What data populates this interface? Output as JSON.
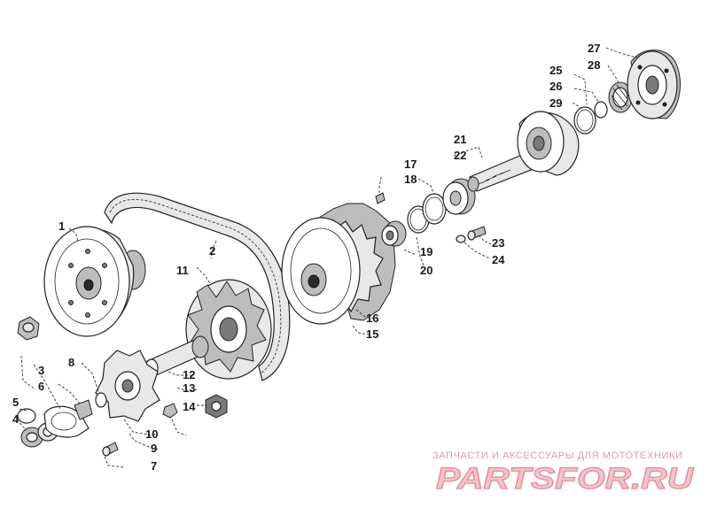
{
  "diagram": {
    "labels": [
      {
        "id": "1",
        "text": "1"
      },
      {
        "id": "2",
        "text": "2"
      },
      {
        "id": "3",
        "text": "3"
      },
      {
        "id": "4",
        "text": "4"
      },
      {
        "id": "5",
        "text": "5"
      },
      {
        "id": "6",
        "text": "6"
      },
      {
        "id": "7",
        "text": "7"
      },
      {
        "id": "8",
        "text": "8"
      },
      {
        "id": "9",
        "text": "9"
      },
      {
        "id": "10",
        "text": "10"
      },
      {
        "id": "11",
        "text": "11"
      },
      {
        "id": "12",
        "text": "12"
      },
      {
        "id": "13",
        "text": "13"
      },
      {
        "id": "14",
        "text": "14"
      },
      {
        "id": "15",
        "text": "15"
      },
      {
        "id": "16",
        "text": "16"
      },
      {
        "id": "17",
        "text": "17"
      },
      {
        "id": "18",
        "text": "18"
      },
      {
        "id": "19",
        "text": "19"
      },
      {
        "id": "20",
        "text": "20"
      },
      {
        "id": "21",
        "text": "21"
      },
      {
        "id": "22",
        "text": "22"
      },
      {
        "id": "23",
        "text": "23"
      },
      {
        "id": "24",
        "text": "24"
      },
      {
        "id": "25",
        "text": "25"
      },
      {
        "id": "26",
        "text": "26"
      },
      {
        "id": "27",
        "text": "27"
      },
      {
        "id": "28",
        "text": "28"
      },
      {
        "id": "29",
        "text": "29"
      }
    ]
  },
  "watermark": {
    "tagline": "ЗАПЧАСТИ И АКСЕССУАРЫ ДЛЯ МОТОТЕХНИКИ",
    "brand": "PARTSFOR.RU"
  }
}
